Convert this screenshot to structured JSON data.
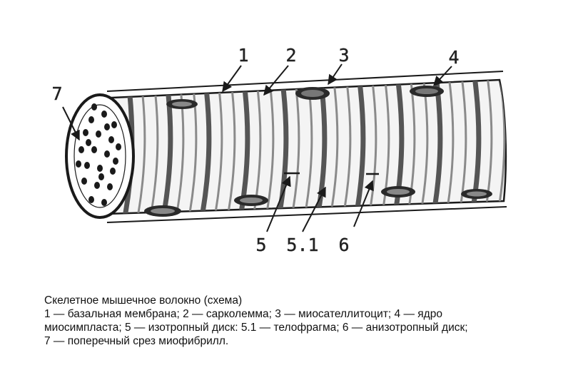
{
  "figure": {
    "labels": {
      "l1": "1",
      "l2": "2",
      "l3": "3",
      "l4": "4",
      "l5": "5",
      "l51": "5.1",
      "l6": "6",
      "l7": "7"
    }
  },
  "caption": {
    "lines": [
      "Скелетное мышечное волокно (схема)",
      "1 — базальная мембрана; 2 — сарколемма; 3 — миосателлитоцит; 4 — ядро",
      "миосимпласта; 5 — изотропный диск: 5.1 — телофрагма; 6 — анизотропный диск;",
      "7 — поперечный срез миофибрилл."
    ]
  },
  "colors": {
    "ink": "#1a1a1a",
    "paper": "#ffffff"
  }
}
